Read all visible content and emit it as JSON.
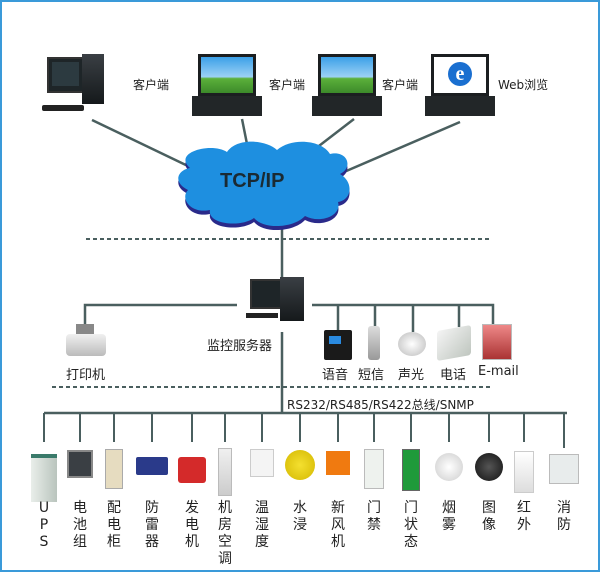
{
  "diagram": {
    "network_label": "TCP/IP",
    "bus_label": "RS232/RS485/RS422总线/SNMP",
    "server_label": "监控服务器",
    "colors": {
      "frame": "#3a9ad9",
      "cloud": "#1e8fe0",
      "cloud_shadow": "#2a2a8a",
      "line": "#4a5f5f"
    },
    "clients": [
      {
        "label": "客户端",
        "icon": "desktop-pc-icon"
      },
      {
        "label": "客户端",
        "icon": "laptop-icon"
      },
      {
        "label": "客户端",
        "icon": "laptop-icon"
      },
      {
        "label": "Web浏览",
        "icon": "laptop-ie-icon"
      }
    ],
    "printer_label": "打印机",
    "alarms": [
      {
        "label": "语音",
        "icon": "voice-terminal-icon"
      },
      {
        "label": "短信",
        "icon": "mobile-phone-icon"
      },
      {
        "label": "声光",
        "icon": "sound-light-alarm-icon"
      },
      {
        "label": "电话",
        "icon": "telephone-icon"
      },
      {
        "label": "E-mail",
        "icon": "mailbox-icon"
      }
    ],
    "devices": [
      {
        "label": "UPS",
        "icon": "ups-icon"
      },
      {
        "label": "电池组",
        "icon": "battery-meter-icon"
      },
      {
        "label": "配电柜",
        "icon": "distribution-cabinet-icon"
      },
      {
        "label": "防雷器",
        "icon": "surge-protector-icon"
      },
      {
        "label": "发电机",
        "icon": "generator-icon"
      },
      {
        "label": "机房空调",
        "icon": "air-conditioner-icon"
      },
      {
        "label": "温湿度",
        "icon": "temp-humidity-sensor-icon"
      },
      {
        "label": "水浸",
        "icon": "water-sensor-icon"
      },
      {
        "label": "新风机",
        "icon": "fresh-air-fan-icon"
      },
      {
        "label": "门禁",
        "icon": "access-control-icon"
      },
      {
        "label": "门状态",
        "icon": "door-status-icon"
      },
      {
        "label": "烟雾",
        "icon": "smoke-detector-icon"
      },
      {
        "label": "图像",
        "icon": "dome-camera-icon"
      },
      {
        "label": "红外",
        "icon": "infrared-sensor-icon"
      },
      {
        "label": "消防",
        "icon": "fire-panel-icon"
      }
    ]
  }
}
